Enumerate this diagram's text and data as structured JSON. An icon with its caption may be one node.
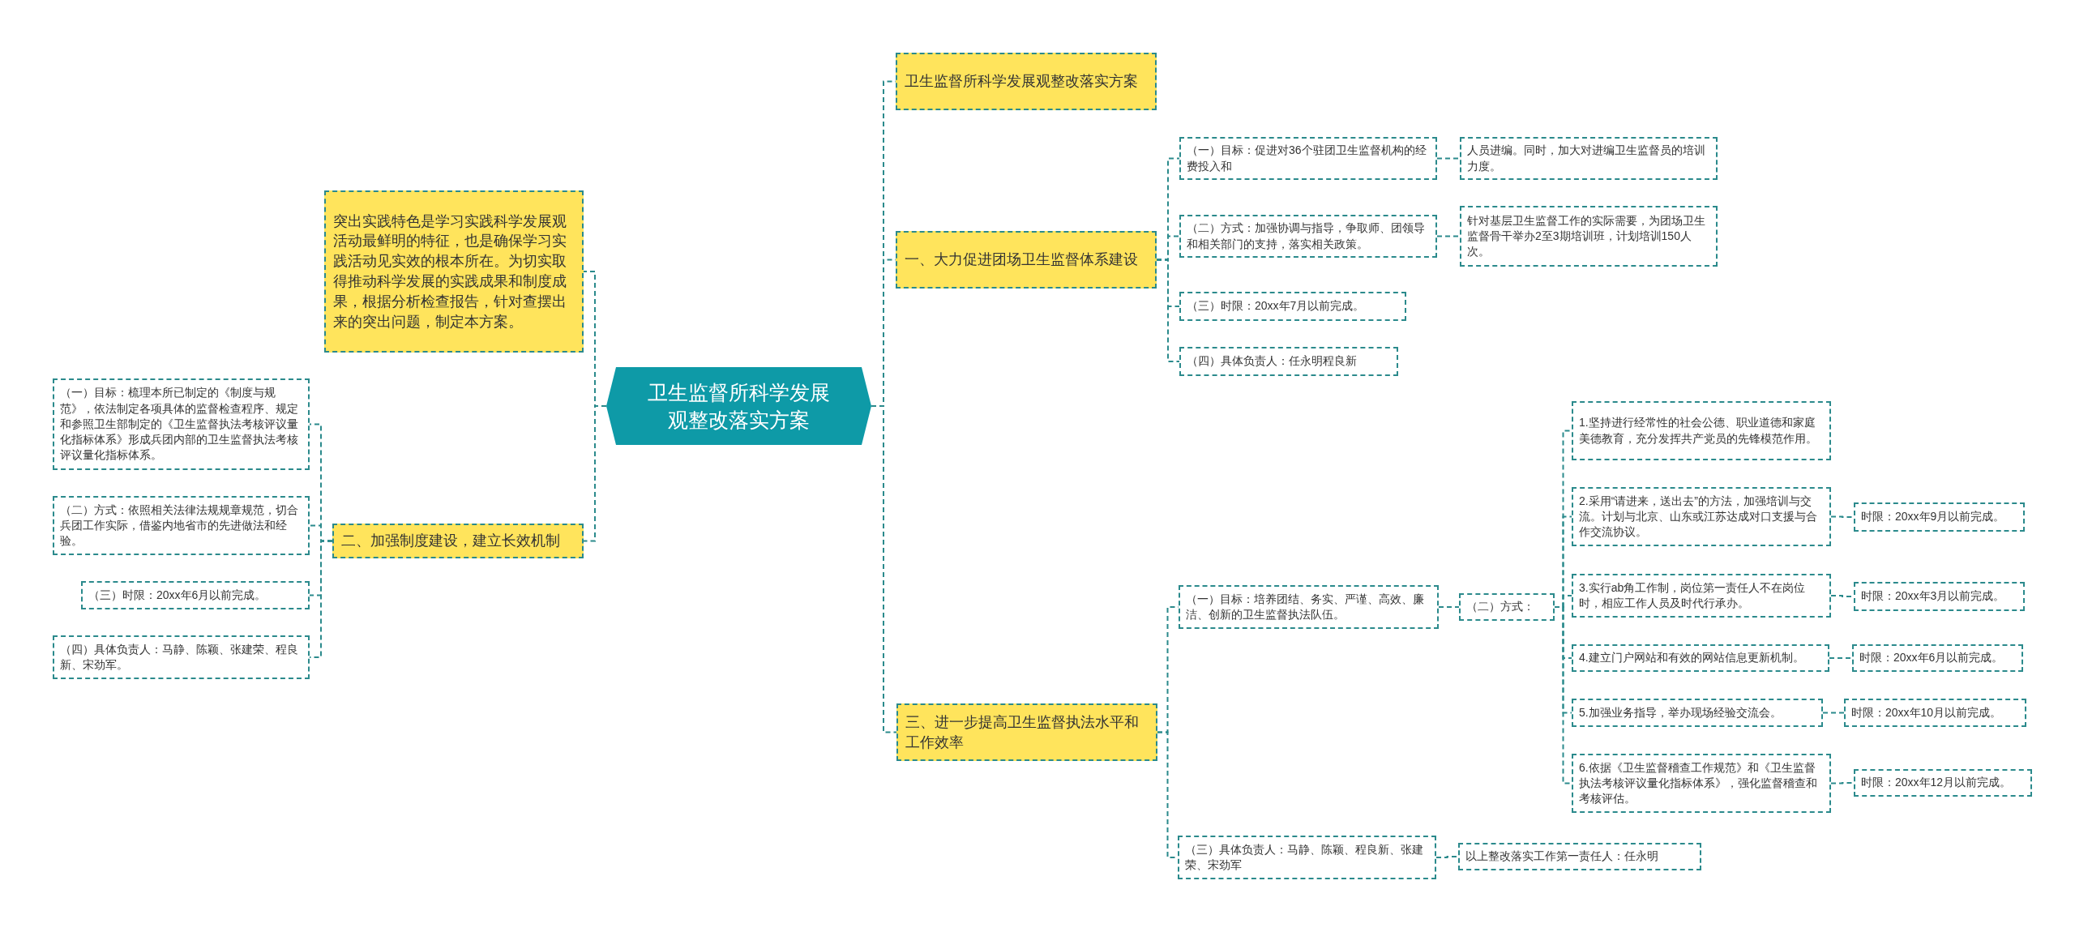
{
  "diagram": {
    "nodes": [
      {
        "text": [
          "卫生监督所科学发展观整改落实方案"
        ]
      },
      {
        "text": [
          "突出实践特色是学习实践科学发展观活动最鲜明的特征，也是确保学习实践活动见实效的根本所在。为切实取得推动科学发展的实践成果和制度成果，根据分析检查报告，针对查摆出来的突出问题，制定本方案。"
        ]
      },
      {
        "text": [
          "二、加强制度建设，建立长效机制"
        ]
      },
      {
        "text": [
          "（一）目标：梳理本所已制定的《制度与规范》，依法制定各项具体的监督检查程序、规定和参照卫生部制定的《卫生监督执法考核评议量化指标体系》形成兵团内部的卫生监督执法考核评议量化指标体系。"
        ]
      },
      {
        "text": [
          "（二）方式：依照相关法律法规规章规范，切合兵团工作实际，借鉴内地省市的先进做法和经验。"
        ]
      },
      {
        "text": [
          "（三）时限：20xx年6月以前完成。"
        ]
      },
      {
        "text": [
          "（四）具体负责人：马静、陈颖、张建荣、程良新、宋劲军。"
        ]
      },
      {
        "text": [
          "卫生监督所科学发展观整改落实方案"
        ]
      },
      {
        "text": [
          "一、大力促进团场卫生监督体系建设"
        ]
      },
      {
        "text": [
          "（一）目标：促进对36个驻团卫生监督机构的经费投入和"
        ]
      },
      {
        "text": [
          "人员进编。同时，加大对进编卫生监督员的培训力度。"
        ]
      },
      {
        "text": [
          "（二）方式：加强协调与指导，争取师、团领导和相关部门的支持，落实相关政策。"
        ]
      },
      {
        "text": [
          "针对基层卫生监督工作的实际需要，为团场卫生监督骨干举办2至3期培训班，计划培训150人次。"
        ]
      },
      {
        "text": [
          "（三）时限：20xx年7月以前完成。"
        ]
      },
      {
        "text": [
          "（四）具体负责人：任永明程良新"
        ]
      },
      {
        "text": [
          "三、进一步提高卫生监督执法水平和工作效率"
        ]
      },
      {
        "text": [
          "（一）目标：培养团结、务实、严谨、高效、廉洁、创新的卫生监督执法队伍。"
        ]
      },
      {
        "text": [
          "（二）方式："
        ]
      },
      {
        "text": [
          "1.坚持进行经常性的社会公德、职业道德和家庭美德教育，充分发挥共产党员的先锋模范作用。"
        ]
      },
      {
        "text": [
          "2.采用“请进来，送出去”的方法，加强培训与交流。计划与北京、山东或江苏达成对口支援与合作交流协议。"
        ]
      },
      {
        "text": [
          "时限：20xx年9月以前完成。"
        ]
      },
      {
        "text": [
          "3.实行ab角工作制，岗位第一责任人不在岗位时，相应工作人员及时代行承办。"
        ]
      },
      {
        "text": [
          "时限：20xx年3月以前完成。"
        ]
      },
      {
        "text": [
          "4.建立门户网站和有效的网站信息更新机制。"
        ]
      },
      {
        "text": [
          "时限：20xx年6月以前完成。"
        ]
      },
      {
        "text": [
          "5.加强业务指导，举办现场经验交流会。"
        ]
      },
      {
        "text": [
          "时限：20xx年10月以前完成。"
        ]
      },
      {
        "text": [
          "6.依据《卫生监督稽查工作规范》和《卫生监督执法考核评议量化指标体系》，强化监督稽查和考核评估。"
        ]
      },
      {
        "text": [
          "时限：20xx年12月以前完成。"
        ]
      },
      {
        "text": [
          "（三）具体负责人：马静、陈颖、程良新、张建荣、宋劲军"
        ]
      },
      {
        "text": [
          "以上整改落实工作第一责任人：任永明"
        ]
      }
    ],
    "edges": [
      {
        "from": 0,
        "to": 1,
        "arrow": "none"
      },
      {
        "from": 0,
        "to": 2,
        "arrow": "none"
      },
      {
        "from": 2,
        "to": 3,
        "arrow": "none"
      },
      {
        "from": 2,
        "to": 4,
        "arrow": "none"
      },
      {
        "from": 2,
        "to": 5,
        "arrow": "none"
      },
      {
        "from": 2,
        "to": 6,
        "arrow": "none"
      },
      {
        "from": 0,
        "to": 7,
        "arrow": "none"
      },
      {
        "from": 0,
        "to": 8,
        "arrow": "none"
      },
      {
        "from": 0,
        "to": 15,
        "arrow": "none"
      },
      {
        "from": 8,
        "to": 9,
        "arrow": "none"
      },
      {
        "from": 8,
        "to": 11,
        "arrow": "none"
      },
      {
        "from": 8,
        "to": 13,
        "arrow": "none"
      },
      {
        "from": 8,
        "to": 14,
        "arrow": "none"
      },
      {
        "from": 9,
        "to": 10,
        "arrow": "none"
      },
      {
        "from": 11,
        "to": 12,
        "arrow": "none"
      },
      {
        "from": 15,
        "to": 16,
        "arrow": "none"
      },
      {
        "from": 15,
        "to": 29,
        "arrow": "none"
      },
      {
        "from": 16,
        "to": 17,
        "arrow": "none"
      },
      {
        "from": 17,
        "to": 18,
        "arrow": "none"
      },
      {
        "from": 17,
        "to": 19,
        "arrow": "none"
      },
      {
        "from": 17,
        "to": 21,
        "arrow": "none"
      },
      {
        "from": 17,
        "to": 23,
        "arrow": "none"
      },
      {
        "from": 17,
        "to": 25,
        "arrow": "none"
      },
      {
        "from": 17,
        "to": 27,
        "arrow": "none"
      },
      {
        "from": 19,
        "to": 20,
        "arrow": "none"
      },
      {
        "from": 21,
        "to": 22,
        "arrow": "none"
      },
      {
        "from": 23,
        "to": 24,
        "arrow": "none"
      },
      {
        "from": 25,
        "to": 26,
        "arrow": "none"
      },
      {
        "from": 27,
        "to": 28,
        "arrow": "none"
      },
      {
        "from": 29,
        "to": 30,
        "arrow": "none"
      }
    ]
  }
}
